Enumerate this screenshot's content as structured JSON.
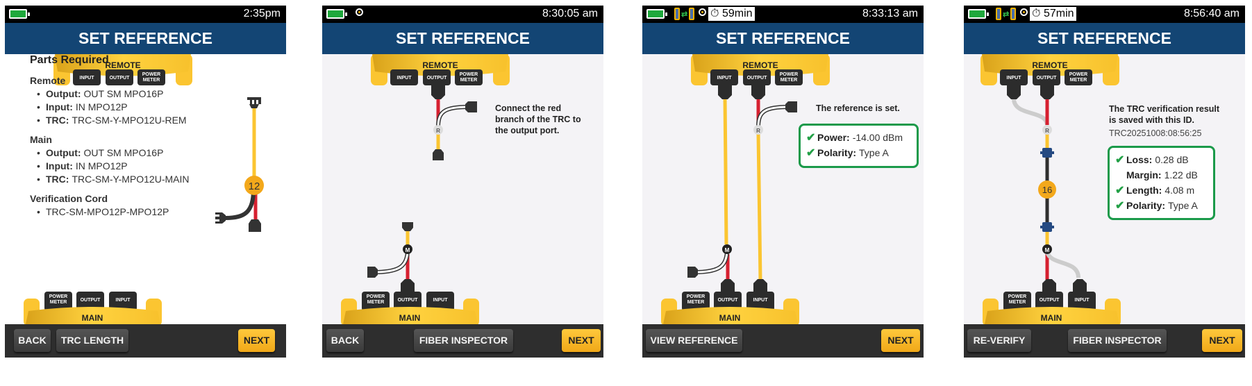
{
  "device": {
    "remote": "REMOTE",
    "main": "MAIN",
    "input": "INPUT",
    "output": "OUTPUT",
    "power": "POWER",
    "meter": "METER"
  },
  "screens": [
    {
      "time": "2:35pm",
      "title": "SET REFERENCE",
      "parts": {
        "heading": "Parts Required",
        "remote": {
          "title": "Remote",
          "items": [
            {
              "label": "Output:",
              "value": "OUT SM MPO16P"
            },
            {
              "label": "Input:",
              "value": "IN MPO12P"
            },
            {
              "label": "TRC:",
              "value": "TRC-SM-Y-MPO12U-REM"
            }
          ]
        },
        "main": {
          "title": "Main",
          "items": [
            {
              "label": "Output:",
              "value": "OUT SM MPO16P"
            },
            {
              "label": "Input:",
              "value": "IN MPO12P"
            },
            {
              "label": "TRC:",
              "value": "TRC-SM-Y-MPO12U-MAIN"
            }
          ]
        },
        "cord": {
          "title": "Verification Cord",
          "items": [
            {
              "value": "TRC-SM-MPO12P-MPO12P"
            }
          ]
        }
      },
      "fiber_count": "12",
      "buttons": {
        "back": "BACK",
        "trc_length": "TRC LENGTH",
        "next": "NEXT"
      }
    },
    {
      "time": "8:30:05 am",
      "title": "SET REFERENCE",
      "message": [
        "Connect the red",
        "branch of the TRC to",
        "the output port."
      ],
      "labels": {
        "r": "R",
        "m": "M"
      },
      "buttons": {
        "back": "BACK",
        "fiber_inspector": "FIBER INSPECTOR",
        "next": "NEXT"
      }
    },
    {
      "time": "8:33:13 am",
      "timer": "59min",
      "title": "SET REFERENCE",
      "message": "The reference is set.",
      "labels": {
        "r": "R",
        "m": "M"
      },
      "results": [
        {
          "label": "Power:",
          "value": "-14.00 dBm",
          "pass": true
        },
        {
          "label": "Polarity:",
          "value": "Type A",
          "pass": true
        }
      ],
      "buttons": {
        "view_reference": "VIEW REFERENCE",
        "next": "NEXT"
      }
    },
    {
      "time": "8:56:40 am",
      "timer": "57min",
      "title": "SET REFERENCE",
      "message": [
        "The TRC verification result",
        "is saved with this ID."
      ],
      "result_id": "TRC20251008:08:56:25",
      "labels": {
        "r": "R",
        "m": "M"
      },
      "fiber_count": "16",
      "results": [
        {
          "label": "Loss:",
          "value": "0.28 dB",
          "pass": true
        },
        {
          "label": "Margin:",
          "value": "1.22 dB",
          "pass": false
        },
        {
          "label": "Length:",
          "value": "4.08 m",
          "pass": true
        },
        {
          "label": "Polarity:",
          "value": "Type A",
          "pass": true
        }
      ],
      "buttons": {
        "re_verify": "RE-VERIFY",
        "fiber_inspector": "FIBER INSPECTOR",
        "next": "NEXT"
      }
    }
  ],
  "colors": {
    "header": "#134574",
    "accent": "#f4b400",
    "pass": "#1b9a4a",
    "red": "#d62030"
  }
}
